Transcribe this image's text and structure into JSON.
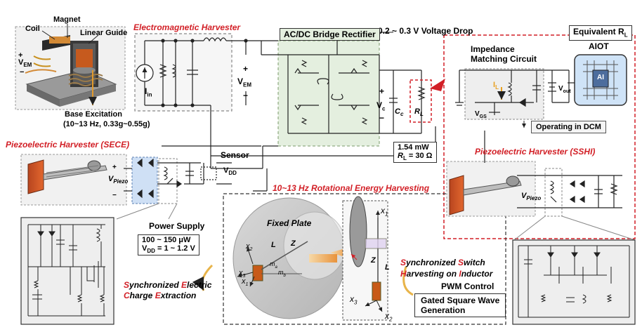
{
  "labels": {
    "coil": "Coil",
    "magnet": "Magnet",
    "linear_guide": "Linear Guide",
    "v_em_small": "V",
    "v_em_small_sub": "EM",
    "base_excitation": "Base Excitation",
    "base_excitation_params": "(10~13 Hz, 0.33g~0.55g)",
    "em_harvester": "Electromagnetic Harvester",
    "i_in": "I",
    "i_in_sub": "in",
    "v_em": "V",
    "v_em_sub": "EM",
    "voltage_drop": "0.2 ~ 0.3 V Voltage Drop",
    "bridge_rectifier": "AC/DC Bridge Rectifier",
    "v_c": "V",
    "v_c_sub": "c",
    "c_c": "C",
    "c_c_sub": "c",
    "r_l": "R",
    "r_l_sub": "L",
    "power_value": "1.54 mW",
    "rl_value": "R",
    "rl_value_sub": "L",
    "rl_value_rest": " = 30 Ω",
    "equivalent_rl": "Equivalent R",
    "equivalent_rl_sub": "L",
    "aiot": "AIOT",
    "ai_chip": "AI",
    "impedance_matching": "Impedance",
    "impedance_matching2": "Matching Circuit",
    "i_l": "I",
    "i_l_sub": "L",
    "v_out": "V",
    "v_out_sub": "out",
    "v_gs": "V",
    "v_gs_sub": "GS",
    "operating_dcm": "Operating in DCM",
    "piezo_sece": "Piezoelectric Harvester (SECE)",
    "sensor": "Sensor",
    "v_dd": "V",
    "v_dd_sub": "DD",
    "v_piezo": "V",
    "v_piezo_sub": "Piezo",
    "piezo_sshi": "Piezoelectric Harvester (SSHI)",
    "rotational": "10~13 Hz Rotational Energy Harvesting",
    "power_supply": "Power Supply",
    "power_supply_range": "100 ~ 150 μW",
    "vdd_range": "V",
    "vdd_range_sub": "DD",
    "vdd_range_rest": " = 1 ~ 1.2 V",
    "sece_line1_first": "S",
    "sece_line1_rest": "ynchronized ",
    "sece_line1_e": "E",
    "sece_line1_rest2": "lectric",
    "sece_line2_c": "C",
    "sece_line2_rest": "harge ",
    "sece_line2_e": "E",
    "sece_line2_rest2": "xtraction",
    "fixed_plate": "Fixed Plate",
    "sshi_line1_s": "S",
    "sshi_line1_rest": "ynchronized ",
    "sshi_line1_s2": "S",
    "sshi_line1_rest2": "witch",
    "sshi_line2_h": "H",
    "sshi_line2_rest": "arvesting on ",
    "sshi_line2_i": "I",
    "sshi_line2_rest2": "nductor",
    "pwm_control": "PWM Control",
    "gated_square": "Gated Square Wave",
    "generation": "Generation",
    "x1": "x",
    "x1_sub": "1",
    "x2": "x",
    "x2_sub": "2",
    "x3": "x",
    "x3_sub": "3",
    "L": "L",
    "Z": "Z",
    "ma": "m",
    "ma_sub": "a",
    "mb": "m",
    "mb_sub": "b",
    "plus": "+",
    "minus": "−"
  },
  "colors": {
    "accent_red": "#d21f26",
    "rectifier_fill": "#e4efdf",
    "sece_blue": "#cfe0f5",
    "panel_gray": "#ececec",
    "aiot_blue": "#cfe3f7"
  }
}
